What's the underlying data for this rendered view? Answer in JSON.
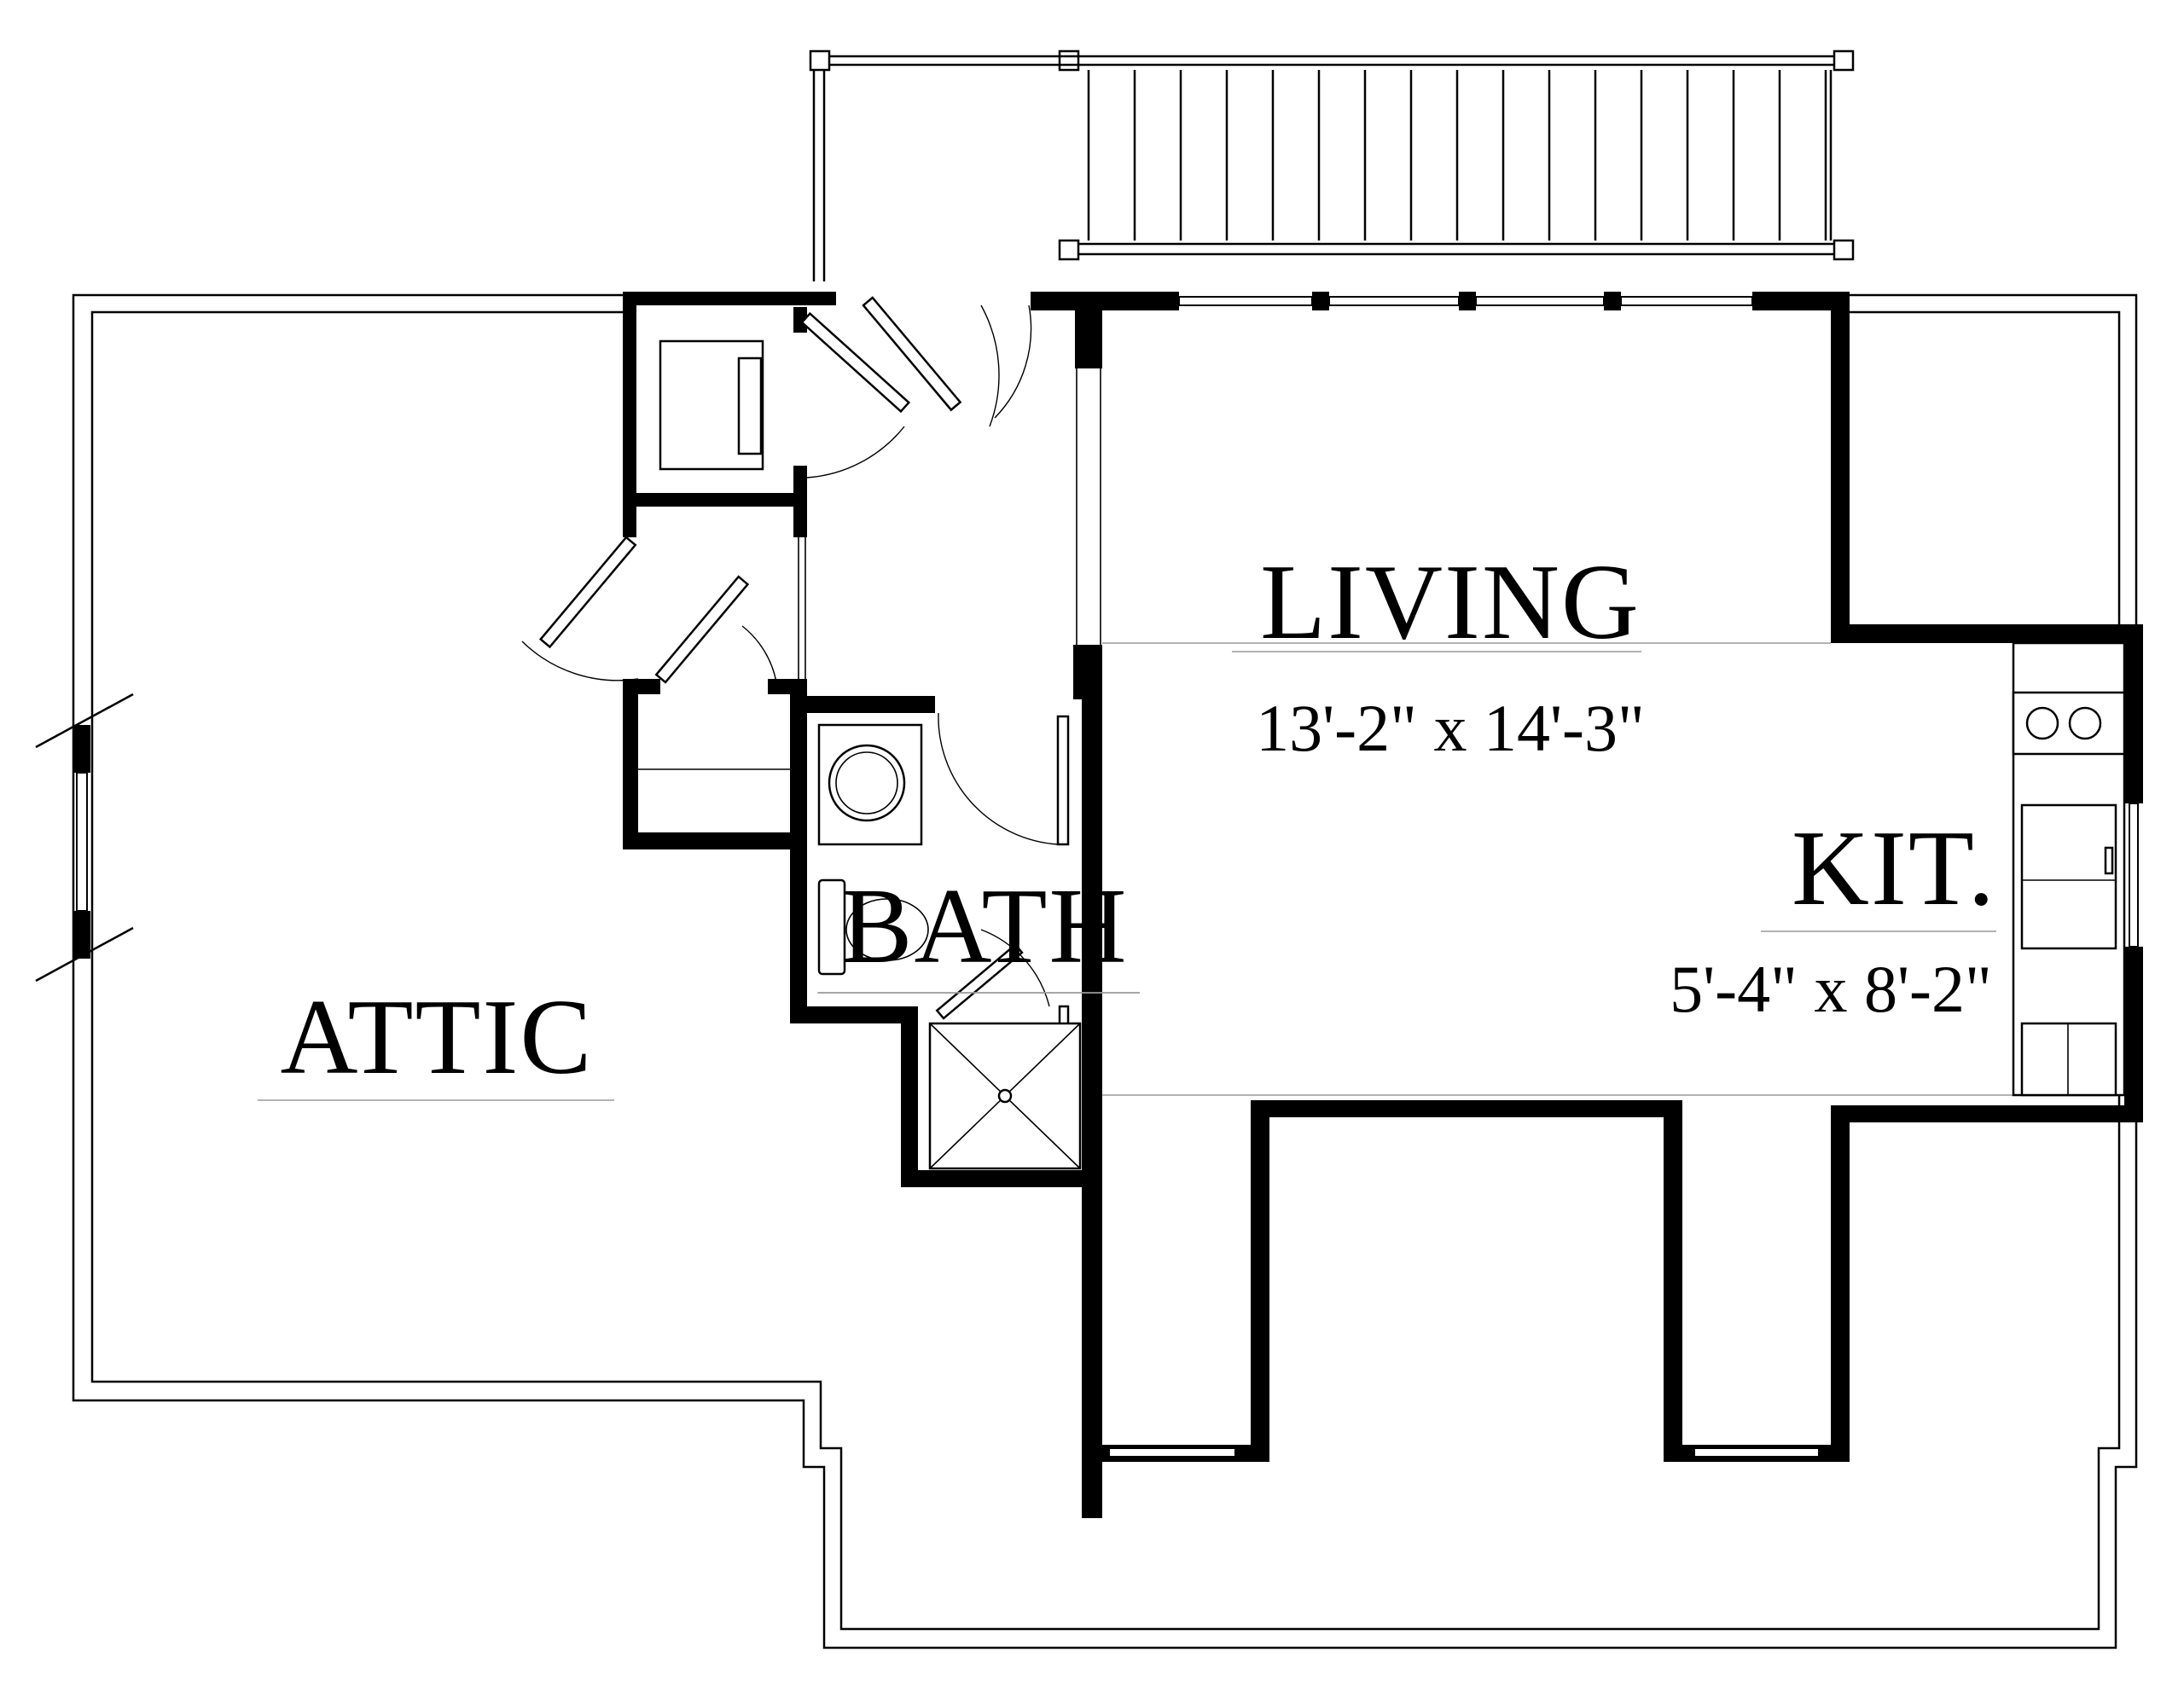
{
  "rooms": {
    "living": {
      "name": "LIVING",
      "dimensions": "13'-2\" x 14'-3\""
    },
    "kitchen": {
      "name": "KIT.",
      "dimensions": "5'-4\" x 8'-2\""
    },
    "bath": {
      "name": "BATH"
    },
    "attic": {
      "name": "ATTIC"
    }
  }
}
